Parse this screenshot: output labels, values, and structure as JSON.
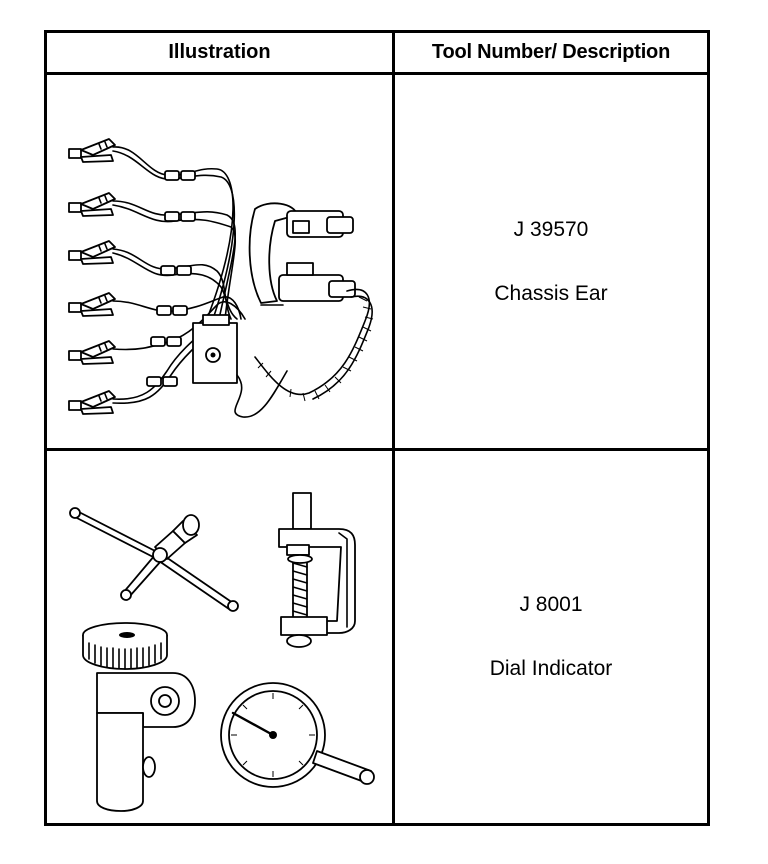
{
  "table": {
    "headers": {
      "illustration": "Illustration",
      "tool": "Tool Number/ Description"
    },
    "rows": [
      {
        "tool_number": "J 39570",
        "description": "Chassis Ear",
        "illustration_icon": "chassis-ear-kit-icon"
      },
      {
        "tool_number": "J 8001",
        "description": "Dial Indicator",
        "illustration_icon": "dial-indicator-set-icon"
      }
    ]
  }
}
